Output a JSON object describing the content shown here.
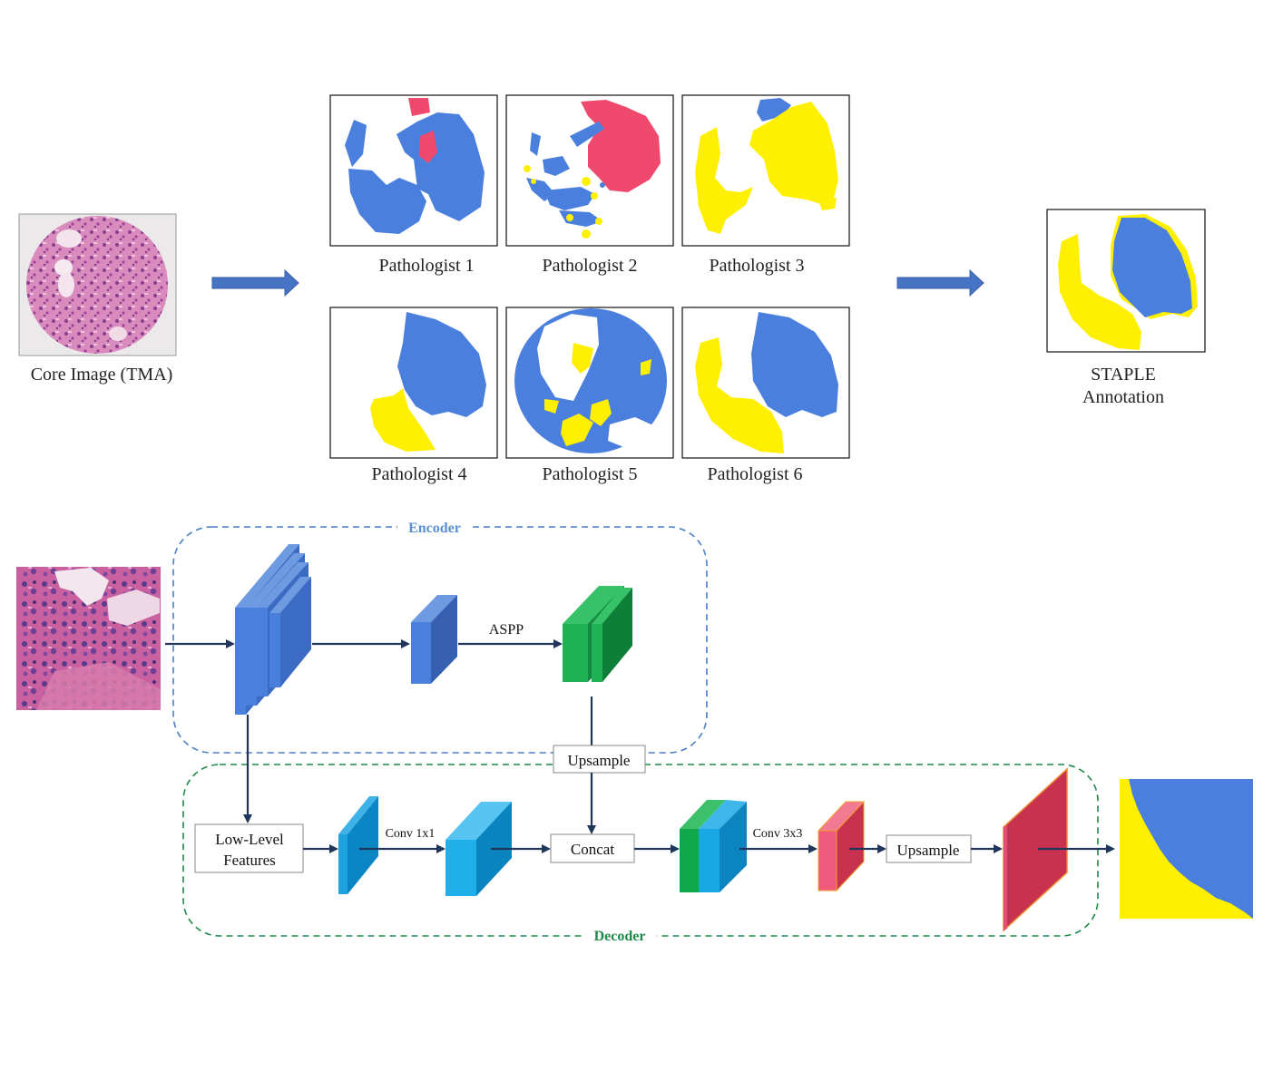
{
  "top": {
    "core_label": "Core Image (TMA)",
    "pathologists": [
      "Pathologist 1",
      "Pathologist 2",
      "Pathologist 3",
      "Pathologist 4",
      "Pathologist 5",
      "Pathologist 6"
    ],
    "staple_line1": "STAPLE",
    "staple_line2": "Annotation"
  },
  "encoder": {
    "label": "Encoder",
    "aspp_label": "ASPP"
  },
  "decoder": {
    "label": "Decoder",
    "upsample_top": "Upsample",
    "low_level_line1": "Low-Level",
    "low_level_line2": "Features",
    "conv1x1_label": "Conv 1x1",
    "concat_label": "Concat",
    "conv3x3_label": "Conv 3x3",
    "upsample_right": "Upsample"
  },
  "colors": {
    "class_blue": "#4a7fde",
    "class_yellow": "#ffef00",
    "class_red": "#ef4a6e",
    "encoder_border": "#4a7fc4",
    "encoder_text": "#5b8fcf",
    "decoder_border": "#1e8a4a",
    "decoder_text": "#1e8a4a",
    "arrow_dark": "#1f3559",
    "tissue_pink": "#d98bbd"
  }
}
